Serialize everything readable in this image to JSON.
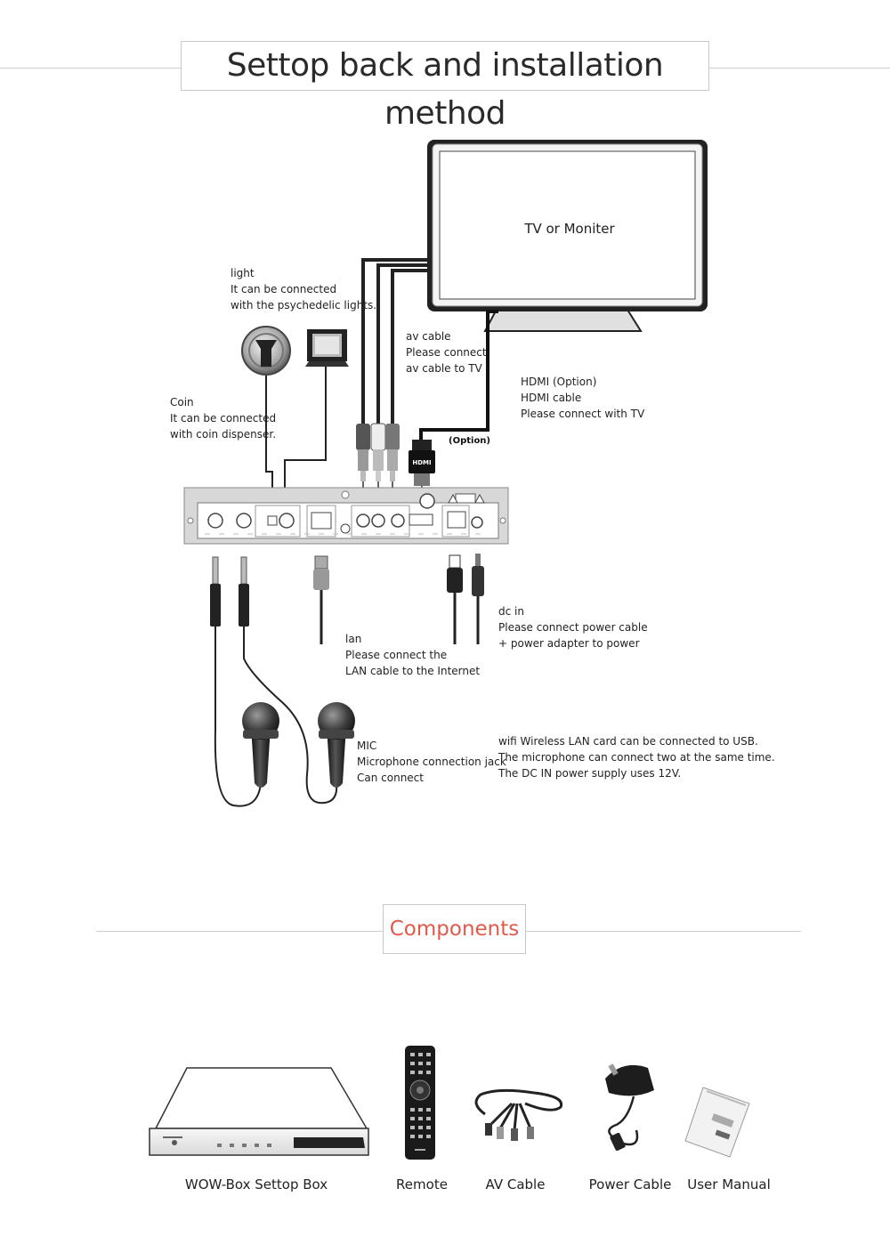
{
  "title": "Settop back and installation method",
  "tv_label": "TV or Moniter",
  "notes": {
    "light": [
      "light",
      "It can be connected",
      "with the psychedelic lights."
    ],
    "coin": [
      "Coin",
      "It can be connected",
      "with coin dispenser."
    ],
    "av": [
      "av cable",
      "Please connect",
      "av cable to TV"
    ],
    "hdmi": [
      "HDMI (Option)",
      "HDMI cable",
      "Please connect with TV"
    ],
    "dcin": [
      "dc in",
      "Please connect power cable",
      "+ power adapter to power"
    ],
    "lan": [
      "lan",
      "Please connect the",
      "LAN cable to the Internet"
    ],
    "mic": [
      "MIC",
      "Microphone connection jack",
      "Can connect"
    ],
    "info": [
      "wifi Wireless LAN card can be connected to USB.",
      "The microphone can connect two at the same time.",
      "The DC IN power supply uses 12V."
    ]
  },
  "option_label": "(Option)",
  "hdmi_plug_label": "HDMI",
  "components_title": "Components",
  "components": [
    {
      "name": "WOW-Box Settop Box"
    },
    {
      "name": "Remote"
    },
    {
      "name": "AV Cable"
    },
    {
      "name": "Power Cable"
    },
    {
      "name": "User Manual"
    }
  ]
}
